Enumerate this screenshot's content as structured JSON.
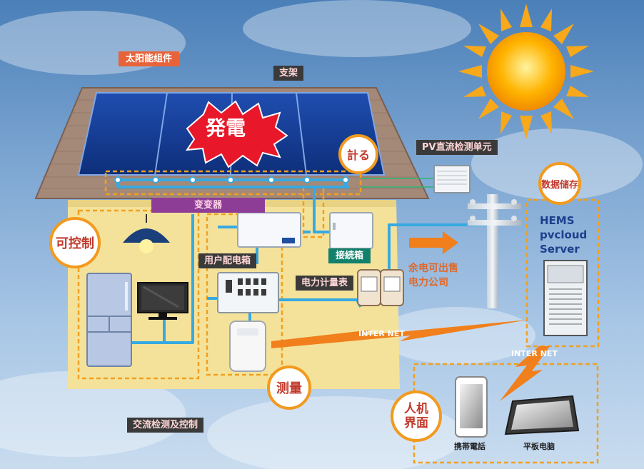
{
  "labels": {
    "solar_module": "太阳能组件",
    "bracket": "支架",
    "generation": "発電",
    "measure_top": "計る",
    "pv_dc_unit": "PV直流检测单元",
    "inverter": "变变器",
    "controllable": "可控制",
    "junction_box": "接続箱",
    "distribution_box": "用户配电箱",
    "power_meter": "电力计量表",
    "surplus_sale": "余电可出售",
    "power_company": "电力公司",
    "data_storage": "数据储存",
    "server_line1": "HEMS",
    "server_line2": "pvcloud",
    "server_line3": "Server",
    "internet_1": "INTER NET",
    "internet_2": "INTER NET",
    "measure_bottom": "测量",
    "ac_detection": "交流检测及控制",
    "hmi_line1": "人机",
    "hmi_line2": "界面",
    "phone": "携帯電話",
    "tablet": "平板电脑"
  },
  "colors": {
    "sky": "#7da6d2",
    "roof": "#a38575",
    "panel": "#1b3f9a",
    "house_wall": "#f4e29a",
    "circle_border": "#f29a1f",
    "wire": "#36a9e1",
    "arrow": "#f07f1c",
    "lightning": "#f07f1c",
    "burst": "#e8182a"
  },
  "icons": {
    "sun": "sun-icon",
    "lamp": "lamp-icon",
    "fridge": "fridge-icon",
    "tv": "tv-icon",
    "pole": "utility-pole-icon",
    "server": "server-icon",
    "phone": "phone-icon",
    "tablet": "tablet-icon"
  }
}
